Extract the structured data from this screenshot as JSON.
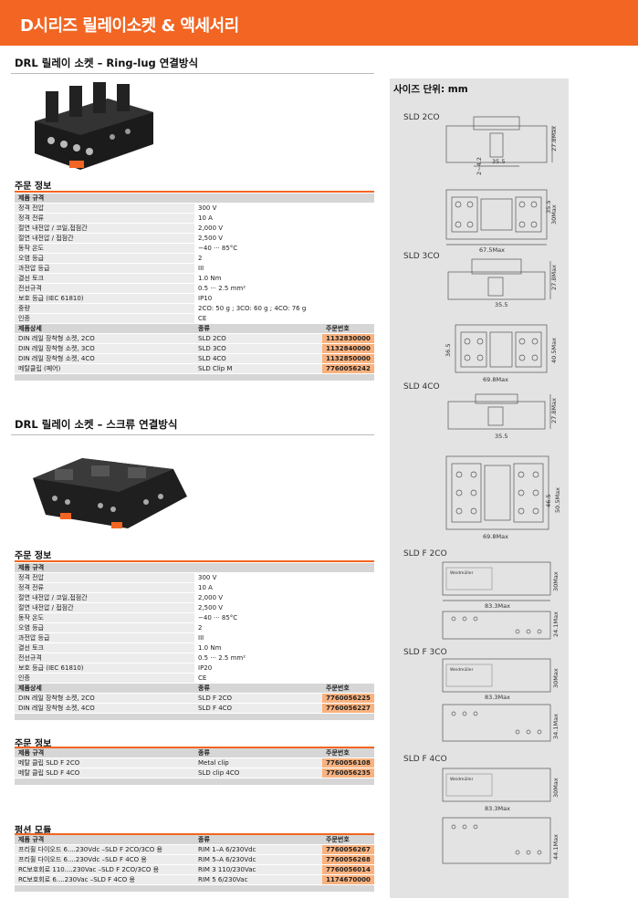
{
  "header": {
    "title": "D시리즈 릴레이소켓 & 액세서리"
  },
  "sec1": {
    "title": "DRL 릴레이 소켓 – Ring-lug 연결방식",
    "order_head": "주문 정보",
    "spec_header": "제품 규격",
    "specs": [
      {
        "k": "정격 전압",
        "v": "300 V"
      },
      {
        "k": "정격 전류",
        "v": "10 A"
      },
      {
        "k": "절연 내전압 / 코일,접점간",
        "v": "2,000 V"
      },
      {
        "k": "절연 내전압 / 접점간",
        "v": "2,500 V"
      },
      {
        "k": "동작 온도",
        "v": "−40 ··· 85°C"
      },
      {
        "k": "오염 등급",
        "v": "2"
      },
      {
        "k": "과전압 등급",
        "v": "III"
      },
      {
        "k": "결선 토크",
        "v": "1.0 Nm"
      },
      {
        "k": "전선규격",
        "v": "0.5 ··· 2.5 mm²"
      },
      {
        "k": "보호 등급 (IEC 61810)",
        "v": "IP10"
      },
      {
        "k": "중량",
        "v": "2CO: 50 g ; 3CO: 60 g ; 4CO: 76 g"
      },
      {
        "k": "인증",
        "v": "CE"
      }
    ],
    "order_cols": [
      "제품상세",
      "종류",
      "주문번호"
    ],
    "orders": [
      {
        "d": "DIN 레일 장착형 소켓, 2CO",
        "t": "SLD 2CO",
        "n": "1132830000"
      },
      {
        "d": "DIN 레일 장착형 소켓, 3CO",
        "t": "SLD 3CO",
        "n": "1132840000"
      },
      {
        "d": "DIN 레일 장착형 소켓, 4CO",
        "t": "SLD 4CO",
        "n": "1132850000"
      },
      {
        "d": "메탈클립 (페어)",
        "t": "SLD Clip M",
        "n": "7760056242"
      }
    ]
  },
  "sec2": {
    "title": "DRL 릴레이 소켓 – 스크류 연결방식",
    "order_head": "주문 정보",
    "spec_header": "제품 규격",
    "specs": [
      {
        "k": "정격 전압",
        "v": "300 V"
      },
      {
        "k": "정격 전류",
        "v": "10 A"
      },
      {
        "k": "절연 내전압 / 코일,접점간",
        "v": "2,000 V"
      },
      {
        "k": "절연 내전압 / 접점간",
        "v": "2,500 V"
      },
      {
        "k": "동작 온도",
        "v": "−40 ··· 85°C"
      },
      {
        "k": "오염 등급",
        "v": "2"
      },
      {
        "k": "과전압 등급",
        "v": "III"
      },
      {
        "k": "결선 토크",
        "v": "1.0 Nm"
      },
      {
        "k": "전선규격",
        "v": "0.5 ··· 2.5 mm²"
      },
      {
        "k": "보호 등급 (IEC 61810)",
        "v": "IP20"
      },
      {
        "k": "인증",
        "v": "CE"
      }
    ],
    "order_cols": [
      "제품상세",
      "종류",
      "주문번호"
    ],
    "orders": [
      {
        "d": "DIN 레일 장착형 소켓,  2CO",
        "t": "SLD F 2CO",
        "n": "7760056225"
      },
      {
        "d": "DIN 레일 장착형 소켓,  4CO",
        "t": "SLD F 4CO",
        "n": "7760056227"
      }
    ]
  },
  "sec3": {
    "order_head": "주문 정보",
    "cols": [
      "제품 규격",
      "종류",
      "주문번호"
    ],
    "rows": [
      {
        "d": "메탈 클립 SLD F 2CO",
        "t": "Metal clip",
        "n": "7760056108"
      },
      {
        "d": "메탈 클립 SLD F 4CO",
        "t": "SLD clip 4CO",
        "n": "7760056235"
      }
    ]
  },
  "sec4": {
    "title": "펑션 모듈",
    "cols": [
      "제품 규격",
      "종류",
      "주문번호"
    ],
    "rows": [
      {
        "d": "프리휠 다이오드 6....230Vdc –SLD F 2CO/3CO 용",
        "t": "RIM 1–A 6/230Vdc",
        "n": "7760056267"
      },
      {
        "d": "프리휠 다이오드 6....230Vdc –SLD F 4CO 용",
        "t": "RIM 5–A 6/230Vdc",
        "n": "7760056268"
      },
      {
        "d": "RC보호회로 110....230Vac –SLD F 2CO/3CO 용",
        "t": "RIM 3 110/230Vac",
        "n": "7760056014"
      },
      {
        "d": "RC보호회로 6....230Vac –SLD F 4CO 용",
        "t": "RIM 5 6/230Vac",
        "n": "1174670000"
      }
    ]
  },
  "sizes": {
    "title": "사이즈 단위: mm",
    "labels": [
      "SLD 2CO",
      "SLD 3CO",
      "SLD 4CO",
      "SLD F 2CO",
      "SLD F 3CO",
      "SLD F 4CO"
    ],
    "dims": {
      "d1": "35.5",
      "d2": "27.8Max",
      "d3": "2~4.2",
      "d4": "35.5",
      "d5": "30Max",
      "d6": "67.5Max",
      "d7": "35.5",
      "d8": "27.8Max",
      "d9": "36.5",
      "d10": "40.5Max",
      "d11": "69.8Max",
      "d12": "35.5",
      "d13": "27.8Max",
      "d14": "46.5",
      "d15": "50.5Max",
      "d16": "69.8Max",
      "d17": "30Max",
      "d18": "83.3Max",
      "d19": "24.1Max",
      "d20": "30Max",
      "d21": "83.3Max",
      "d22": "34.1Max",
      "d23": "30Max",
      "d24": "83.3Max",
      "d25": "44.1Max"
    },
    "brand": "Weidmüller"
  }
}
